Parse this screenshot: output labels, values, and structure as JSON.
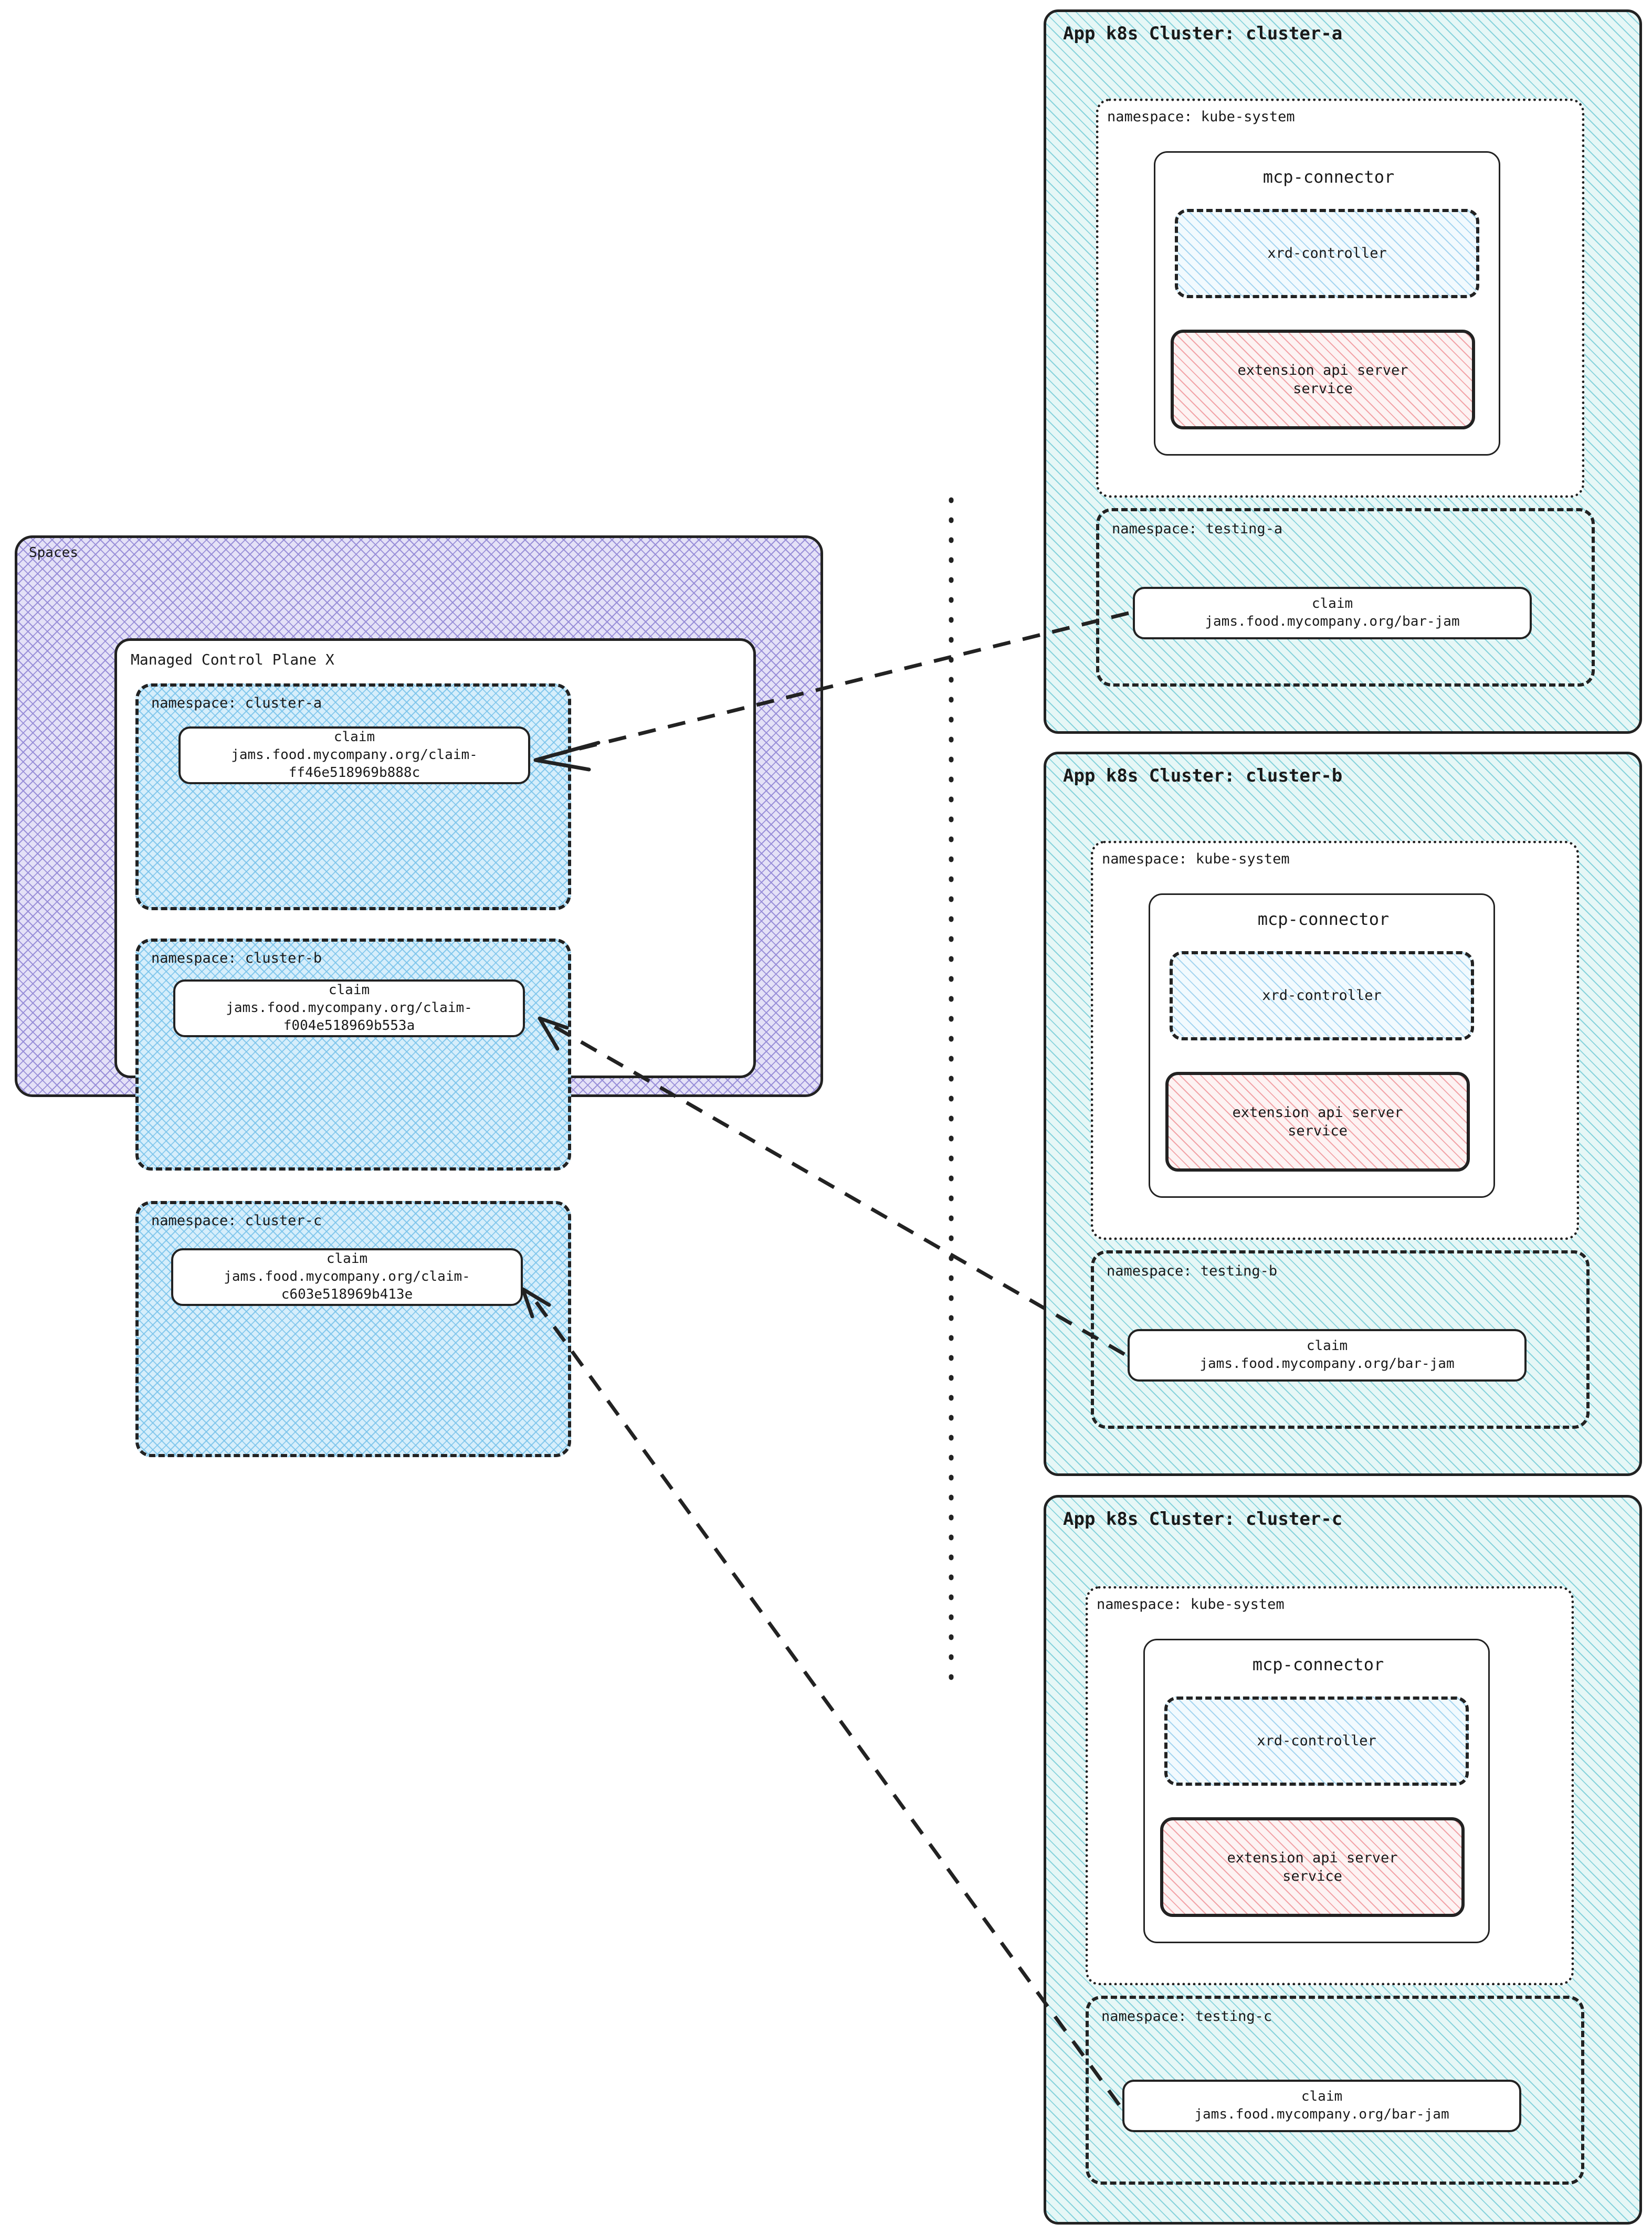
{
  "diagram": {
    "title_hidden": "Crossplane Spaces to App k8s Clusters claim propagation"
  },
  "spaces": {
    "label": "Spaces",
    "control_plane": {
      "label": "Managed Control Plane X",
      "namespaces": [
        {
          "label": "namespace: cluster-a",
          "claim": {
            "kind": "claim",
            "ref_line1": "jams.food.mycompany.org/claim-",
            "ref_line2": "ff46e518969b888c"
          }
        },
        {
          "label": "namespace: cluster-b",
          "claim": {
            "kind": "claim",
            "ref_line1": "jams.food.mycompany.org/claim-",
            "ref_line2": "f004e518969b553a"
          }
        },
        {
          "label": "namespace: cluster-c",
          "claim": {
            "kind": "claim",
            "ref_line1": "jams.food.mycompany.org/claim-",
            "ref_line2": "c603e518969b413e"
          }
        }
      ]
    }
  },
  "clusters": [
    {
      "title": "App k8s Cluster: cluster-a",
      "kube_system": {
        "label": "namespace: kube-system",
        "connector": {
          "title": "mcp-connector",
          "xrd_controller": "xrd-controller",
          "extension_api_server_line1": "extension api server",
          "extension_api_server_line2": "service"
        }
      },
      "testing": {
        "label": "namespace: testing-a",
        "claim": {
          "kind": "claim",
          "ref": "jams.food.mycompany.org/bar-jam"
        }
      }
    },
    {
      "title": "App k8s Cluster: cluster-b",
      "kube_system": {
        "label": "namespace: kube-system",
        "connector": {
          "title": "mcp-connector",
          "xrd_controller": "xrd-controller",
          "extension_api_server_line1": "extension api server",
          "extension_api_server_line2": "service"
        }
      },
      "testing": {
        "label": "namespace: testing-b",
        "claim": {
          "kind": "claim",
          "ref": "jams.food.mycompany.org/bar-jam"
        }
      }
    },
    {
      "title": "App k8s Cluster: cluster-c",
      "kube_system": {
        "label": "namespace: kube-system",
        "connector": {
          "title": "mcp-connector",
          "xrd_controller": "xrd-controller",
          "extension_api_server_line1": "extension api server",
          "extension_api_server_line2": "service"
        }
      },
      "testing": {
        "label": "namespace: testing-c",
        "claim": {
          "kind": "claim",
          "ref": "jams.food.mycompany.org/bar-jam"
        }
      }
    }
  ],
  "colors": {
    "spaces_fill": "#e4e1f7",
    "spaces_hatch": "#968cd7",
    "namespace_fill": "#d6eefb",
    "namespace_hatch": "#78c3eb",
    "cluster_fill": "#e6f7f6",
    "cluster_hatch": "#78cdd7",
    "extension_fill": "#fdf3f3",
    "extension_hatch": "#f0969b",
    "stroke": "#222222"
  }
}
